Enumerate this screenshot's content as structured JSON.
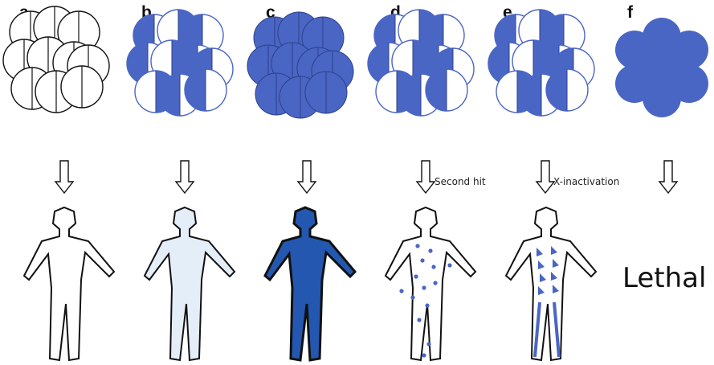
{
  "panels": [
    {
      "letter": "a"
    },
    {
      "letter": "b"
    },
    {
      "letter": "c"
    },
    {
      "letter": "d",
      "arrow_label": "Second hit"
    },
    {
      "letter": "e",
      "arrow_label": "X-inactivation"
    },
    {
      "letter": "f",
      "outcome": "Lethal"
    }
  ],
  "colors": {
    "blue": "#4a66c4",
    "dark_blue": "#2458b0",
    "light_blue": "#e4eef9",
    "outline": "#111111"
  }
}
